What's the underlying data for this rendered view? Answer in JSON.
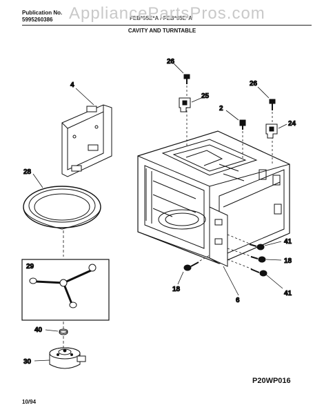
{
  "header": {
    "publication_label": "Publication No.",
    "publication_number": "5995260386",
    "model_text": "FEB*95E*A / FEB*95E*A",
    "section_title": "CAVITY AND TURNTABLE"
  },
  "watermark": "AppliancePartsPros.com",
  "diagram_code": "P20WP016",
  "revision_date": "10/94",
  "callouts": {
    "c26a": "26",
    "c25": "25",
    "c26b": "26",
    "c2": "2",
    "c24": "24",
    "c4": "4",
    "c28": "28",
    "c29": "29",
    "c41a": "41",
    "c18a": "18",
    "c18b": "18",
    "c6": "6",
    "c41b": "41",
    "c40": "40",
    "c30": "30"
  }
}
